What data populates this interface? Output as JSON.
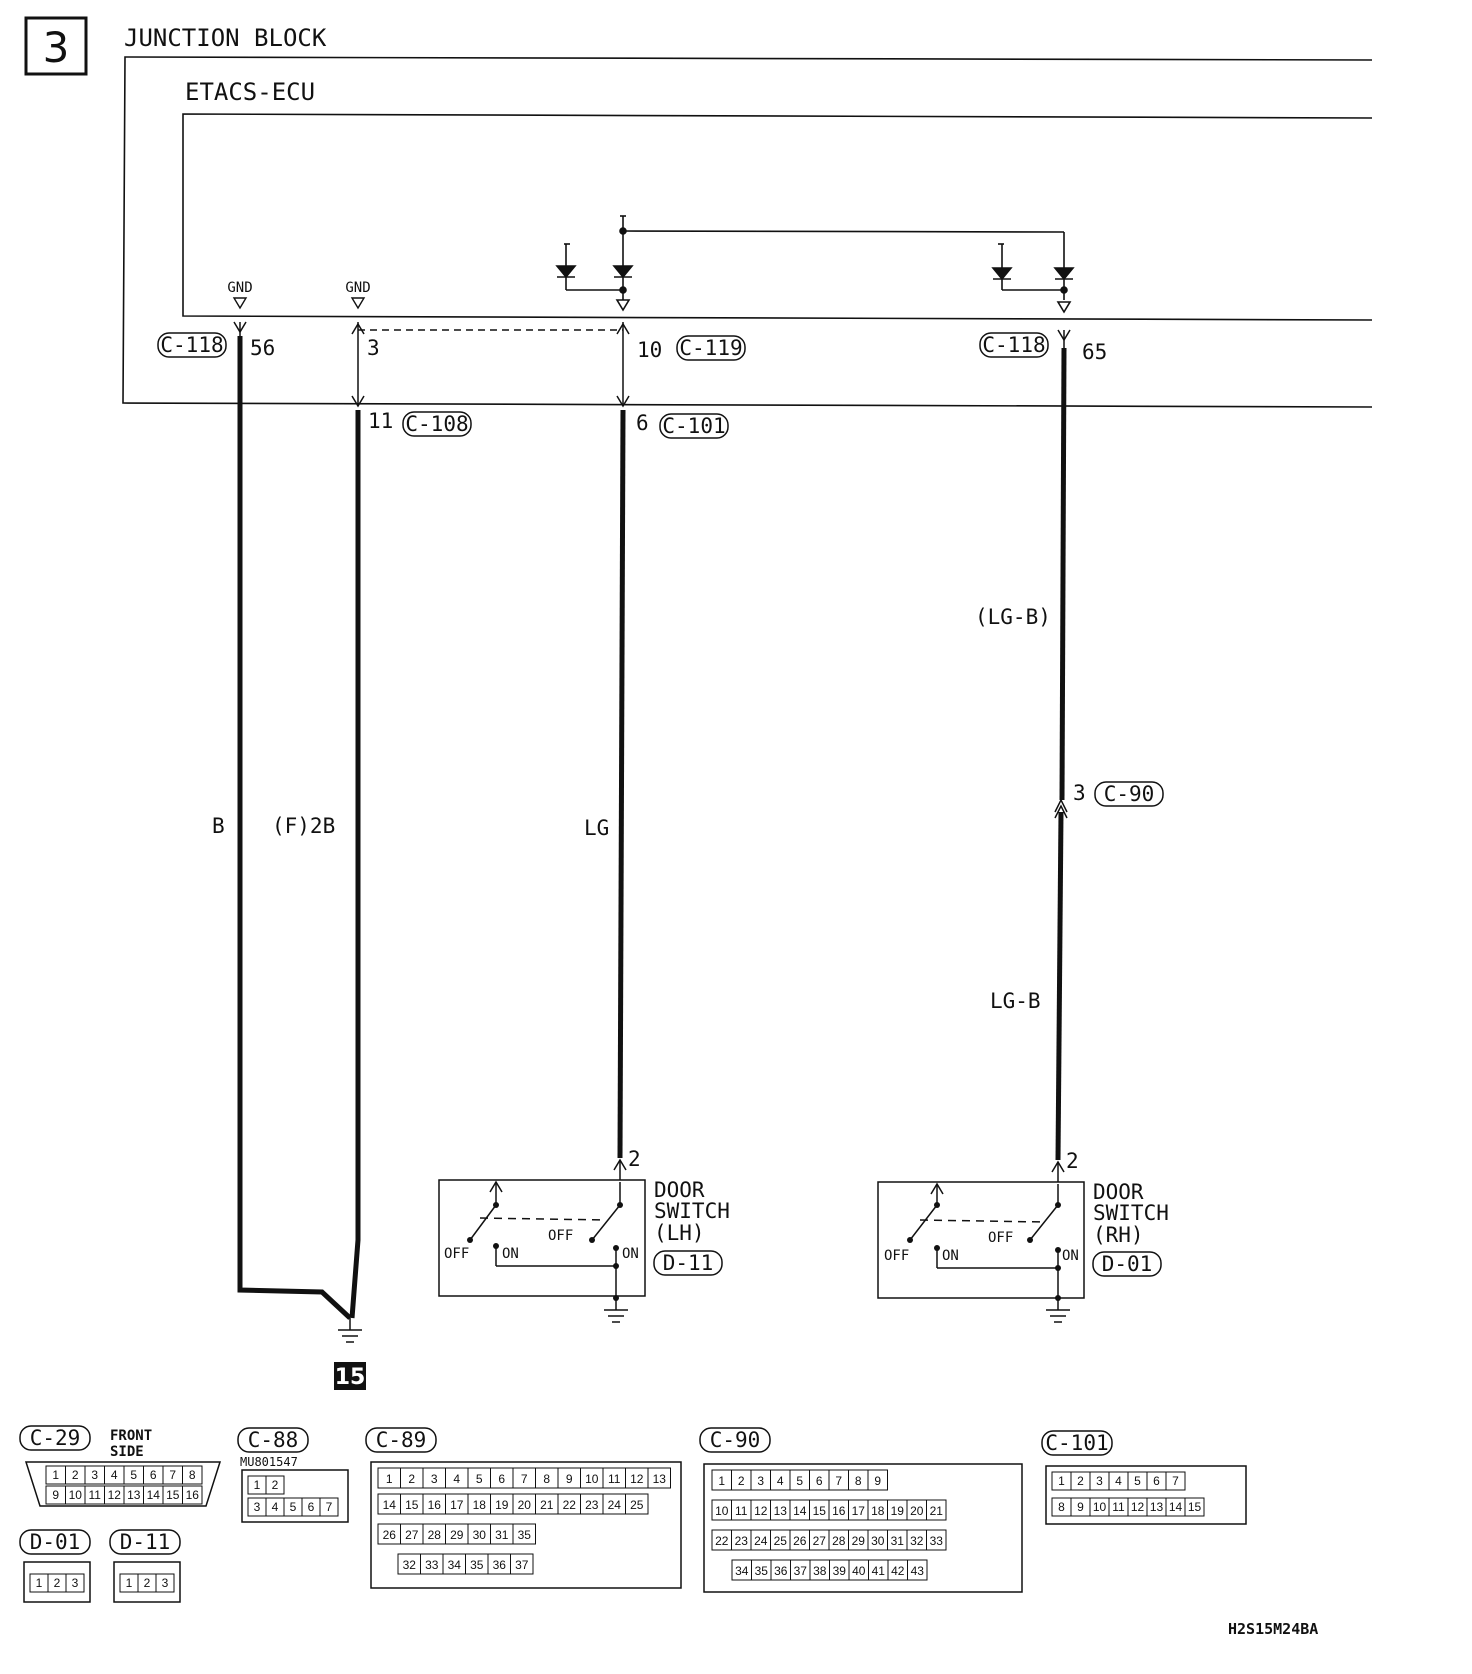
{
  "colors": {
    "ink": "#111111",
    "paper": "#ffffff"
  },
  "page_number": "3",
  "junction_block_label": "JUNCTION BLOCK",
  "ecu_label": "ETACS-ECU",
  "gnd_label": "GND",
  "terminals": {
    "c118_left": {
      "connector": "C-118",
      "pin": "56"
    },
    "gnd_pin": {
      "pin": "3"
    },
    "c119": {
      "connector": "C-119",
      "pin": "10"
    },
    "c118_right": {
      "connector": "C-118",
      "pin": "65"
    },
    "c108": {
      "connector": "C-108",
      "pin": "11"
    },
    "c101": {
      "connector": "C-101",
      "pin": "6"
    },
    "c90": {
      "connector": "C-90",
      "pin": "3"
    }
  },
  "wires": {
    "w1": "B",
    "w2": "(F)2B",
    "w3": "LG",
    "w4_upper": "(LG-B)",
    "w4_lower": "LG-B"
  },
  "ground_label": "15",
  "switches": {
    "lh": {
      "line1": "DOOR",
      "line2": "SWITCH",
      "line3": "(LH)",
      "connector": "D-11",
      "pin": "2",
      "off": "OFF",
      "on": "ON"
    },
    "rh": {
      "line1": "DOOR",
      "line2": "SWITCH",
      "line3": "(RH)",
      "connector": "D-01",
      "pin": "2",
      "off": "OFF",
      "on": "ON"
    }
  },
  "connectors": {
    "c29": {
      "name": "C-29",
      "note1": "FRONT",
      "note2": "SIDE",
      "row1": [
        "1",
        "2",
        "3",
        "4",
        "5",
        "6",
        "7",
        "8"
      ],
      "row2": [
        "9",
        "10",
        "11",
        "12",
        "13",
        "14",
        "15",
        "16"
      ]
    },
    "c88": {
      "name": "C-88",
      "part": "MU801547",
      "row1": [
        "1",
        "2"
      ],
      "row2": [
        "3",
        "4",
        "5",
        "6",
        "7"
      ]
    },
    "c89": {
      "name": "C-89",
      "row1": [
        "1",
        "2",
        "3",
        "4",
        "5",
        "6",
        "7",
        "8",
        "9",
        "10",
        "11",
        "12",
        "13"
      ],
      "row2": [
        "14",
        "15",
        "16",
        "17",
        "18",
        "19",
        "20",
        "21",
        "22",
        "23",
        "24",
        "25"
      ],
      "row3": [
        "26",
        "27",
        "28",
        "29",
        "30",
        "31",
        "35"
      ],
      "row4": [
        "32",
        "33",
        "34",
        "35",
        "36",
        "37"
      ]
    },
    "c90": {
      "name": "C-90",
      "row1": [
        "1",
        "2",
        "3",
        "4",
        "5",
        "6",
        "7",
        "8",
        "9"
      ],
      "row2": [
        "10",
        "11",
        "12",
        "13",
        "14",
        "15",
        "16",
        "17",
        "18",
        "19",
        "20",
        "21"
      ],
      "row3": [
        "22",
        "23",
        "24",
        "25",
        "26",
        "27",
        "28",
        "29",
        "30",
        "31",
        "32",
        "33"
      ],
      "row4": [
        "34",
        "35",
        "36",
        "37",
        "38",
        "39",
        "40",
        "41",
        "42",
        "43"
      ]
    },
    "c101": {
      "name": "C-101",
      "row1": [
        "1",
        "2",
        "3",
        "4",
        "5",
        "6",
        "7"
      ],
      "row2": [
        "8",
        "9",
        "10",
        "11",
        "12",
        "13",
        "14",
        "15"
      ]
    },
    "d01": {
      "name": "D-01",
      "pins": [
        "1",
        "2",
        "3"
      ]
    },
    "d11": {
      "name": "D-11",
      "pins": [
        "1",
        "2",
        "3"
      ]
    }
  },
  "figure_code": "H2S15M24BA"
}
